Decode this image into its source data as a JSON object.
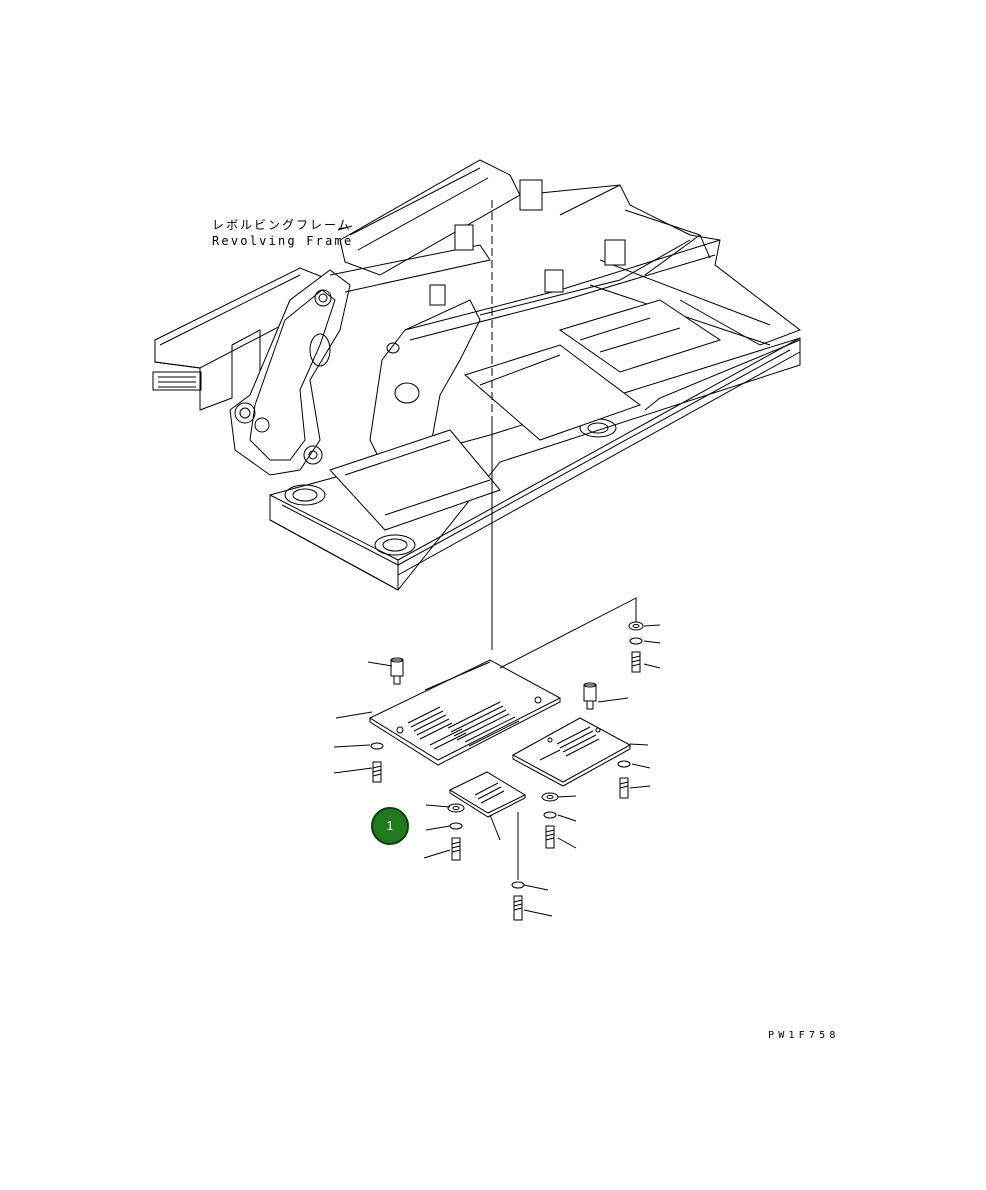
{
  "frame_label": {
    "japanese": "レボルビングフレーム",
    "english": "Revolving Frame"
  },
  "callout": {
    "number": "1",
    "color": "#1f7a1f"
  },
  "drawing_code": "PW1F758"
}
